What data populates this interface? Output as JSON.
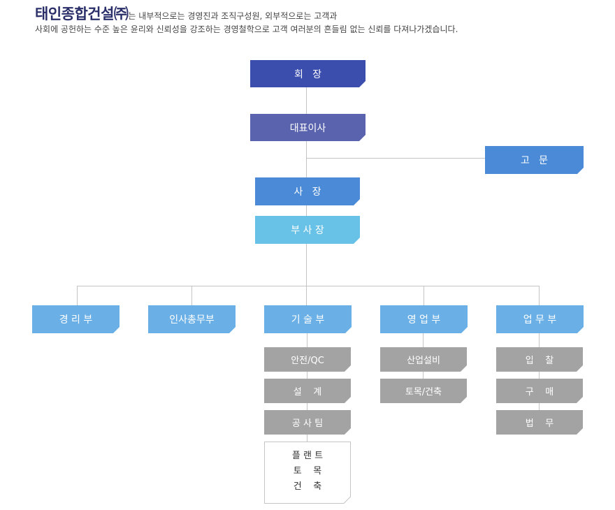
{
  "intro": {
    "company_name": "태인종합건설㈜",
    "line1": "는 내부적으로는 경영진과 조직구성원, 외부적으로는 고객과",
    "line2": "사회에 공헌하는 수준 높은 윤리와 신뢰성을 강조하는 경영철학으로 고객 여러분의  흔들림 없는 신뢰를 다져나가겠습니다."
  },
  "org": {
    "chairman": "회   장",
    "ceo": "대표이사",
    "advisor": "고   문",
    "president": "사   장",
    "vice_president": "부 사 장",
    "departments": {
      "management": "경 리 부",
      "hr": "인사총무부",
      "technical": "기 술 부",
      "sales": "영 업 부",
      "business": "업 무 부"
    },
    "technical_teams": {
      "safety_qc": "안전/QC",
      "design": "설    계",
      "construction": "공 사 팀"
    },
    "construction_units": [
      "플 랜 트",
      "토    목",
      "건    축"
    ],
    "sales_teams": {
      "industrial": "산업설비",
      "civil_building": "토목/건축"
    },
    "business_teams": {
      "bidding": "입    찰",
      "purchasing": "구    매",
      "legal": "법    무"
    }
  },
  "colors": {
    "chairman": "#3b4eae",
    "ceo": "#5a63ad",
    "advisor_president": "#4a8ad6",
    "vice_president": "#68c1e6",
    "department": "#6aafe6",
    "team": "#a3a3a3",
    "connector": "#c4c4c4"
  }
}
